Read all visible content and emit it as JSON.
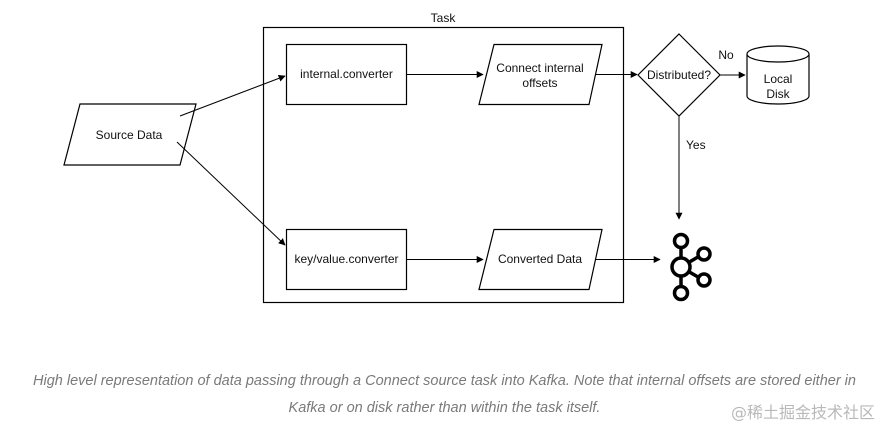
{
  "diagram": {
    "task_label": "Task",
    "source_data": "Source Data",
    "internal_converter": "internal.converter",
    "key_value_converter": "key/value.converter",
    "connect_internal_offsets_line1": "Connect internal",
    "connect_internal_offsets_line2": "offsets",
    "converted_data": "Converted Data",
    "distributed": "Distributed?",
    "no_label": "No",
    "yes_label": "Yes",
    "local_disk_line1": "Local",
    "local_disk_line2": "Disk",
    "kafka_icon": "kafka-logo-icon"
  },
  "caption": {
    "line1": "High level representation of data passing through a Connect source task into Kafka. Note that internal offsets are stored either in",
    "line2": "Kafka or on disk rather than within the task itself."
  },
  "watermark": "@稀土掘金技术社区",
  "colors": {
    "stroke": "#000000",
    "caption": "#7a7a7a",
    "watermark": "#b9b9b9"
  }
}
